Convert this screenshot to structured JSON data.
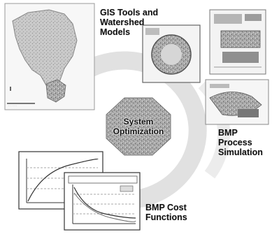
{
  "labels": {
    "gis": [
      "GIS Tools and",
      "Watershed",
      "Models"
    ],
    "bmp_process": [
      "BMP",
      "Process",
      "Simulation"
    ],
    "bmp_cost": [
      "BMP Cost",
      "Functions"
    ],
    "center": [
      "System",
      "Optimization"
    ]
  },
  "colors": {
    "cycle_arrow": "#d9d9d9",
    "octagon": "#9a9a9a",
    "map_fill": "#9c9c9c",
    "frame": "#555555"
  },
  "icons": {
    "map": "us-map-icon",
    "simulation": "bmp-simulation-screens-icon",
    "cost": "cost-curve-charts-icon"
  }
}
